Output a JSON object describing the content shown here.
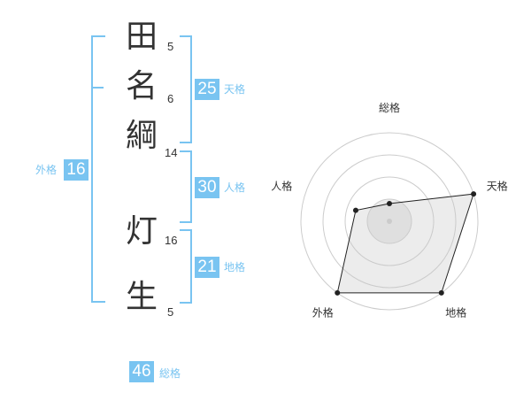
{
  "colors": {
    "accent": "#79c4f1",
    "text": "#333333",
    "ring": "#cccccc",
    "fill": "#e8e8e8",
    "line": "#222222"
  },
  "name": {
    "characters": [
      {
        "char": "田",
        "strokes": "5"
      },
      {
        "char": "名",
        "strokes": "6"
      },
      {
        "char": "綱",
        "strokes": "14"
      },
      {
        "char": "灯",
        "strokes": "16"
      },
      {
        "char": "生",
        "strokes": "5"
      }
    ]
  },
  "scores": {
    "tenkaku": {
      "value": "25",
      "label": "天格"
    },
    "jinkaku": {
      "value": "30",
      "label": "人格"
    },
    "chikaku": {
      "value": "21",
      "label": "地格"
    },
    "gaikaku": {
      "value": "16",
      "label": "外格"
    },
    "soukaku": {
      "value": "46",
      "label": "総格"
    }
  },
  "chart_data": {
    "type": "radar",
    "axes": [
      "総格",
      "天格",
      "地格",
      "外格",
      "人格"
    ],
    "levels": 4,
    "max": 5,
    "values": [
      1,
      5,
      5,
      5,
      2
    ]
  }
}
